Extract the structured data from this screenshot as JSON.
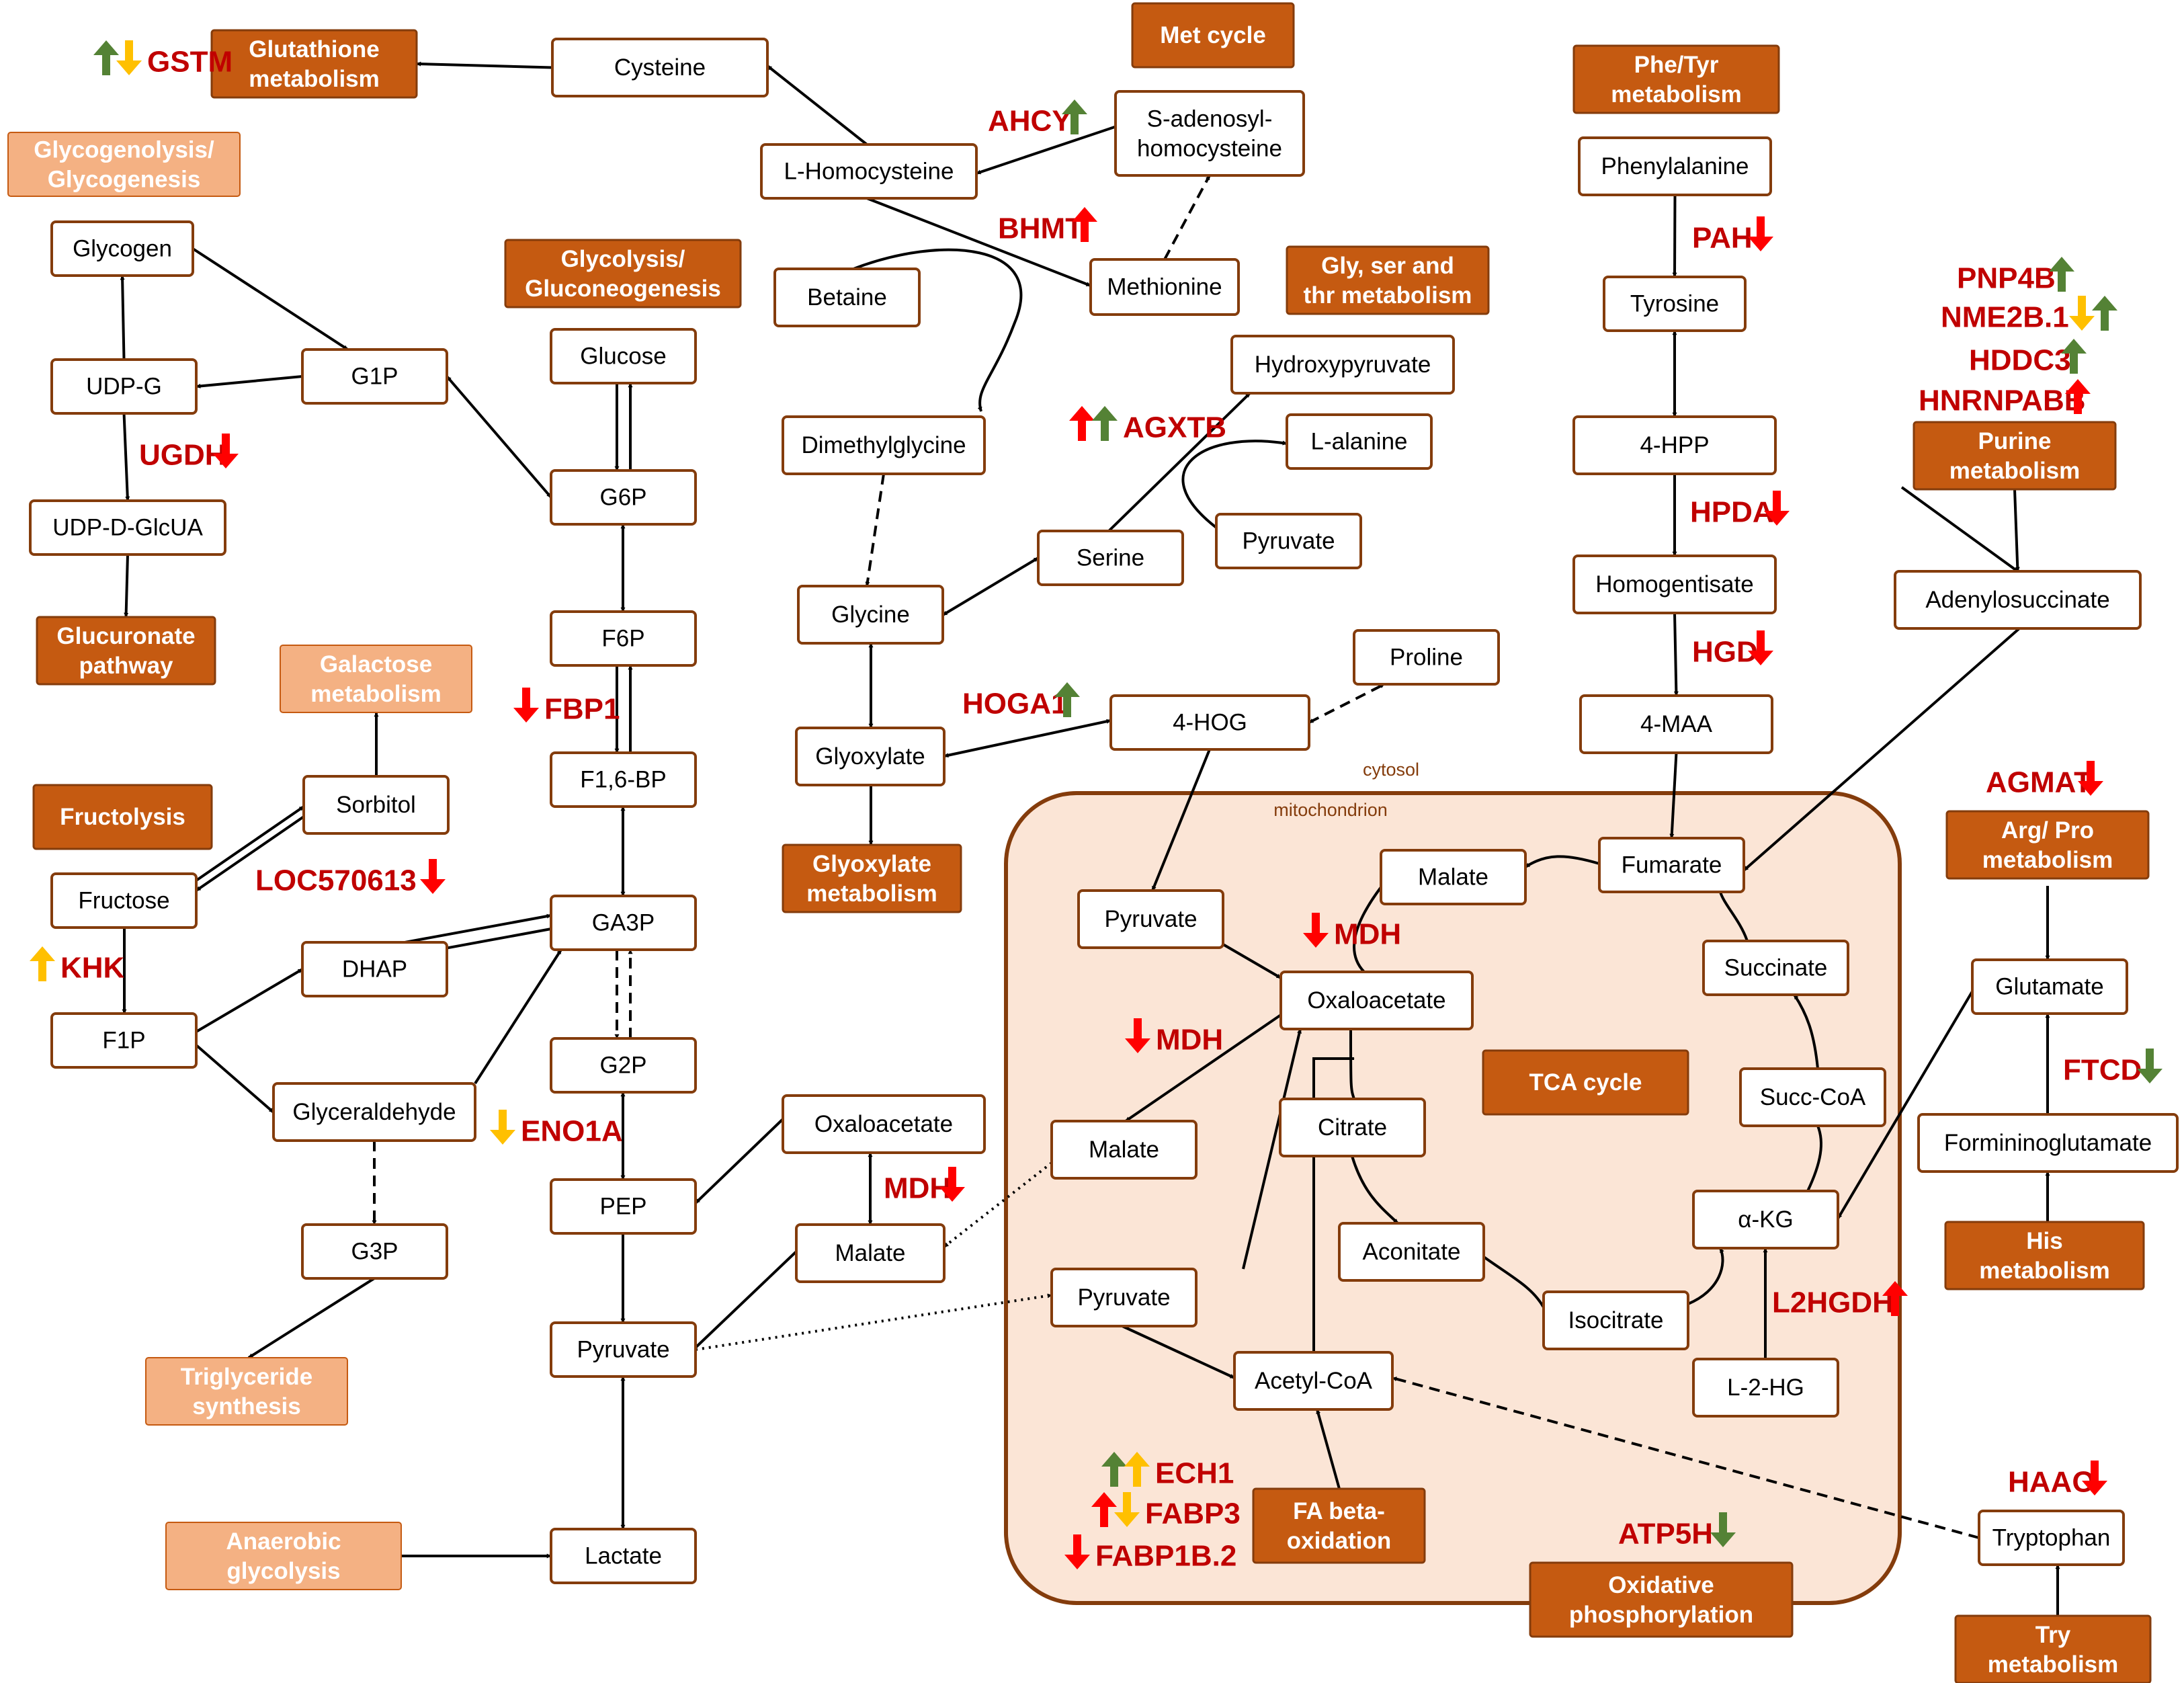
{
  "compartments": {
    "cytosol": "cytosol",
    "mitochondrion": "mitochondrion"
  },
  "metabolites": {
    "cysteine": "Cysteine",
    "sah": "S-adenosyl-\nhomocysteine",
    "l_homocysteine": "L-Homocysteine",
    "betaine": "Betaine",
    "methionine": "Methionine",
    "phenylalanine": "Phenylalanine",
    "tyrosine": "Tyrosine",
    "hpp": "4-HPP",
    "homogentisate": "Homogentisate",
    "maa": "4-MAA",
    "glycogen": "Glycogen",
    "g1p": "G1P",
    "udpg": "UDP-G",
    "udp_glcua": "UDP-D-GlcUA",
    "glucose": "Glucose",
    "g6p": "G6P",
    "f6p": "F6P",
    "f16bp": "F1,6-BP",
    "ga3p": "GA3P",
    "g2p": "G2P",
    "pep": "PEP",
    "pyruvate_cyt": "Pyruvate",
    "lactate": "Lactate",
    "dimethylglycine": "Dimethylglycine",
    "hydroxypyruvate": "Hydroxypyruvate",
    "l_alanine": "L-alanine",
    "pyruvate_ser": "Pyruvate",
    "serine": "Serine",
    "glycine": "Glycine",
    "glyoxylate": "Glyoxylate",
    "proline": "Proline",
    "hog": "4-HOG",
    "adenylosuccinate": "Adenylosuccinate",
    "sorbitol": "Sorbitol",
    "fructose": "Fructose",
    "dhap": "DHAP",
    "f1p": "F1P",
    "glyceraldehyde": "Glyceraldehyde",
    "g3p": "G3P",
    "oxaloacetate_cyt": "Oxaloacetate",
    "malate_cyt": "Malate",
    "fumarate": "Fumarate",
    "malate_tca": "Malate",
    "pyruvate_mito1": "Pyruvate",
    "oxaloacetate_mito": "Oxaloacetate",
    "succinate": "Succinate",
    "malate_mito": "Malate",
    "citrate": "Citrate",
    "succ_coa": "Succ-CoA",
    "aconitate": "Aconitate",
    "akg": "α-KG",
    "isocitrate": "Isocitrate",
    "pyruvate_mito2": "Pyruvate",
    "acetyl_coa": "Acetyl-CoA",
    "l2hg": "L-2-HG",
    "glutamate": "Glutamate",
    "formiminoglutamate": "Formininoglutamate",
    "tryptophan": "Tryptophan"
  },
  "pathways": {
    "glutathione": "Glutathione\nmetabolism",
    "met_cycle": "Met cycle",
    "phe_tyr": "Phe/Tyr\nmetabolism",
    "glycogenolysis": "Glycogenolysis/\nGlycogenesis",
    "glycolysis": "Glycolysis/\nGluconeogenesis",
    "gly_ser_thr": "Gly, ser and\nthr metabolism",
    "purine": "Purine\nmetabolism",
    "glucuronate": "Glucuronate\npathway",
    "galactose": "Galactose\nmetabolism",
    "fructolysis": "Fructolysis",
    "glyoxylate_met": "Glyoxylate\nmetabolism",
    "arg_pro": "Arg/ Pro\nmetabolism",
    "tca": "TCA cycle",
    "his": "His\nmetabolism",
    "triglyceride": "Triglyceride\nsynthesis",
    "anaerobic": "Anaerobic\nglycolysis",
    "fa_beta": "FA beta-\noxidation",
    "oxphos": "Oxidative\nphosphorylation",
    "try": "Try\nmetabolism"
  },
  "genes": {
    "gstm": "GSTM",
    "ahcy": "AHCY",
    "bhmt": "BHMT",
    "pah": "PAH",
    "pnp4b": "PNP4B",
    "nme2b1": "NME2B.1",
    "hddc3": "HDDC3",
    "hnrnpabb": "HNRNPABB",
    "agxtb": "AGXTB",
    "ugdh": "UGDH",
    "hpda": "HPDA",
    "hgd": "HGD",
    "hoga1": "HOGA1",
    "fbp1": "FBP1",
    "agmat": "AGMAT",
    "loc570613": "LOC570613",
    "mdh_1": "MDH",
    "khk": "KHK",
    "mdh_2": "MDH",
    "eno1a": "ENO1A",
    "ftcd": "FTCD",
    "mdh_3": "MDH",
    "l2hgdh": "L2HGDH",
    "ech1": "ECH1",
    "fabp3": "FABP3",
    "fabp1b2": "FABP1B.2",
    "haao": "HAAO",
    "atp5h": "ATP5H"
  },
  "arrow_colors": {
    "red": "#ff0000",
    "green": "#548235",
    "yellow": "#ffc000"
  },
  "gene_changes": {
    "gstm": [
      "green-up",
      "yellow-down"
    ],
    "ahcy": [
      "green-up"
    ],
    "bhmt": [
      "red-up"
    ],
    "pah": [
      "red-down"
    ],
    "pnp4b": [
      "green-up"
    ],
    "nme2b1": [
      "yellow-down",
      "green-up"
    ],
    "hddc3": [
      "green-up"
    ],
    "hnrnpabb": [
      "red-up"
    ],
    "agxtb": [
      "red-up",
      "green-up"
    ],
    "ugdh": [
      "red-down"
    ],
    "hpda": [
      "red-down"
    ],
    "hgd": [
      "red-down"
    ],
    "hoga1": [
      "green-up"
    ],
    "fbp1": [
      "red-down"
    ],
    "agmat": [
      "red-down"
    ],
    "loc570613": [
      "red-down"
    ],
    "mdh_1": [
      "red-down"
    ],
    "khk": [
      "yellow-up"
    ],
    "mdh_2": [
      "red-down"
    ],
    "eno1a": [
      "yellow-down"
    ],
    "ftcd": [
      "green-down"
    ],
    "mdh_3": [
      "red-down"
    ],
    "l2hgdh": [
      "red-up"
    ],
    "ech1": [
      "green-up",
      "yellow-up"
    ],
    "fabp3": [
      "red-up",
      "yellow-down"
    ],
    "fabp1b2": [
      "red-down"
    ],
    "haao": [
      "red-down"
    ],
    "atp5h": [
      "green-down"
    ]
  }
}
